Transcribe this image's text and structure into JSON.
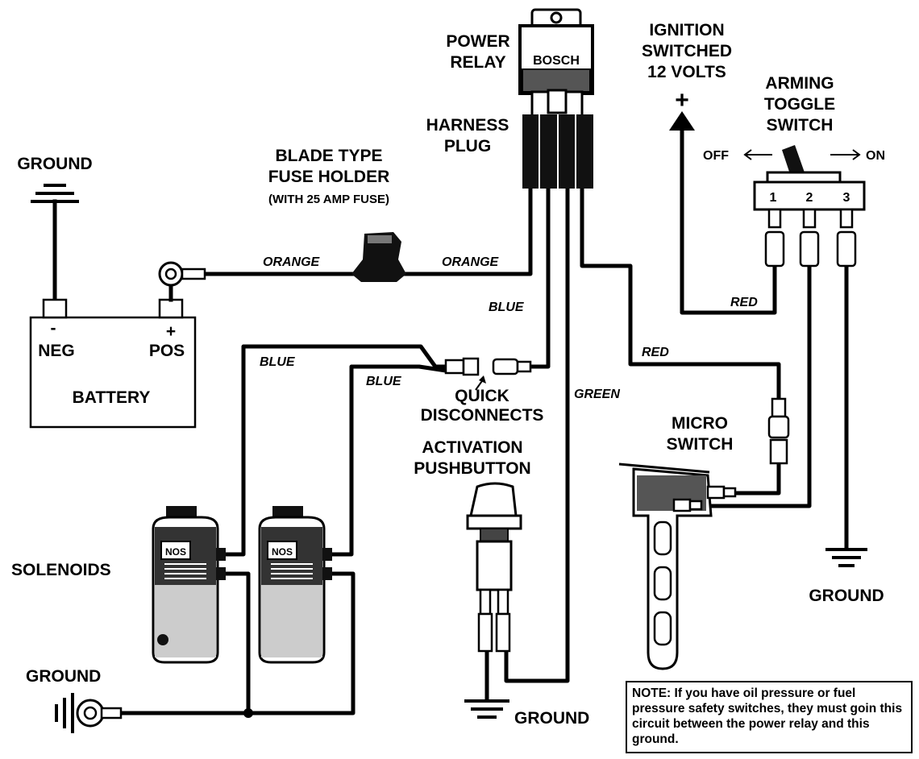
{
  "labels": {
    "power_relay": [
      "POWER",
      "RELAY"
    ],
    "bosch": "BOSCH",
    "ignition": [
      "IGNITION",
      "SWITCHED",
      "12 VOLTS"
    ],
    "ignition_plus": "+",
    "arming": [
      "ARMING",
      "TOGGLE",
      "SWITCH"
    ],
    "off": "OFF",
    "on": "ON",
    "toggle_terminals": [
      "1",
      "2",
      "3"
    ],
    "harness": [
      "HARNESS",
      "PLUG"
    ],
    "ground_top_left": "GROUND",
    "fuse_holder": [
      "BLADE TYPE",
      "FUSE HOLDER"
    ],
    "fuse_note": "(WITH 25 AMP FUSE)",
    "neg_sign": "-",
    "pos_sign": "+",
    "neg": "NEG",
    "pos": "POS",
    "battery": "BATTERY",
    "quick_disconnects": [
      "QUICK",
      "DISCONNECTS"
    ],
    "activation": [
      "ACTIVATION",
      "PUSHBUTTON"
    ],
    "micro_switch": [
      "MICRO",
      "SWITCH"
    ],
    "solenoids": "SOLENOIDS",
    "nos": "NOS",
    "ground_bottom_left": "GROUND",
    "ground_bottom_center": "GROUND",
    "ground_right": "GROUND"
  },
  "wires": {
    "orange": "ORANGE",
    "blue": "BLUE",
    "red": "RED",
    "green": "GREEN"
  },
  "note": "NOTE:  If you have oil pressure or fuel pressure safety switches, they must goin this circuit between the power relay and this ground."
}
